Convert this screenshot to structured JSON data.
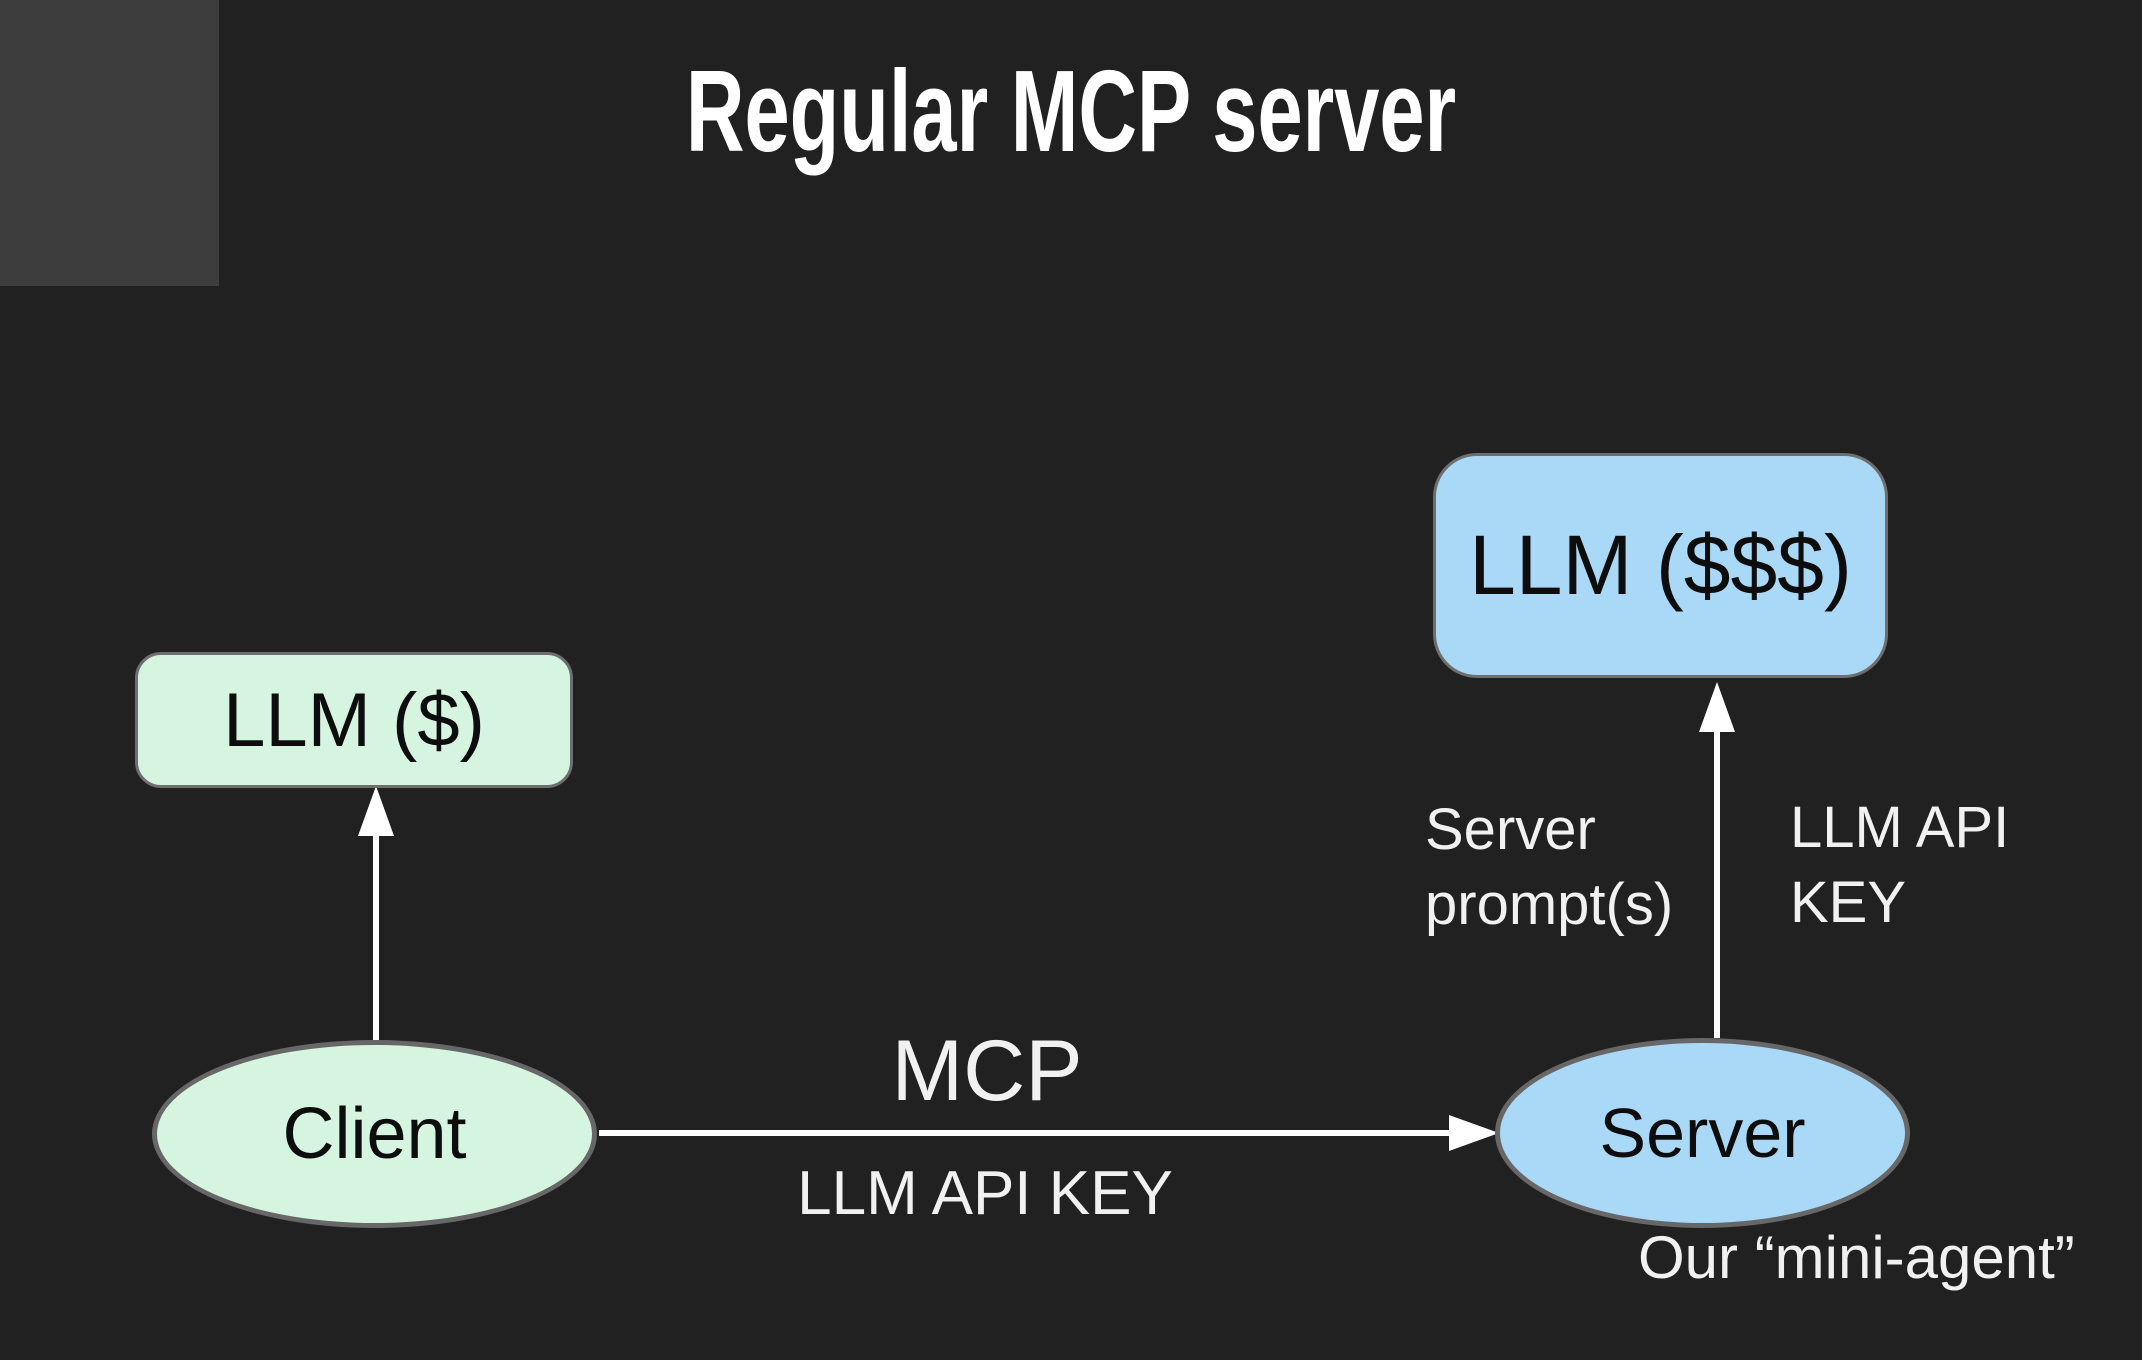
{
  "slide": {
    "title": "Regular MCP server"
  },
  "colors": {
    "background": "#212121",
    "corner_square": "#3d3d3d",
    "green_node_fill": "#d6f5e0",
    "blue_node_fill": "#a9d9f7",
    "node_border": "#6e6e6e",
    "arrow": "#ffffff",
    "node_text": "#0d0d0d",
    "label_text": "#f1f1f1"
  },
  "nodes": {
    "llm_cheap": {
      "label": "LLM ($)"
    },
    "llm_expensive": {
      "label": "LLM ($$$)"
    },
    "client": {
      "label": "Client"
    },
    "server": {
      "label": "Server",
      "caption": "Our “mini-agent”"
    }
  },
  "edges": {
    "client_to_llm_cheap": {
      "label": ""
    },
    "client_to_server": {
      "label_above": "MCP",
      "label_below": "LLM API KEY"
    },
    "server_to_llm_expensive": {
      "label_left": "Server\nprompt(s)",
      "label_right": "LLM API\nKEY"
    }
  }
}
